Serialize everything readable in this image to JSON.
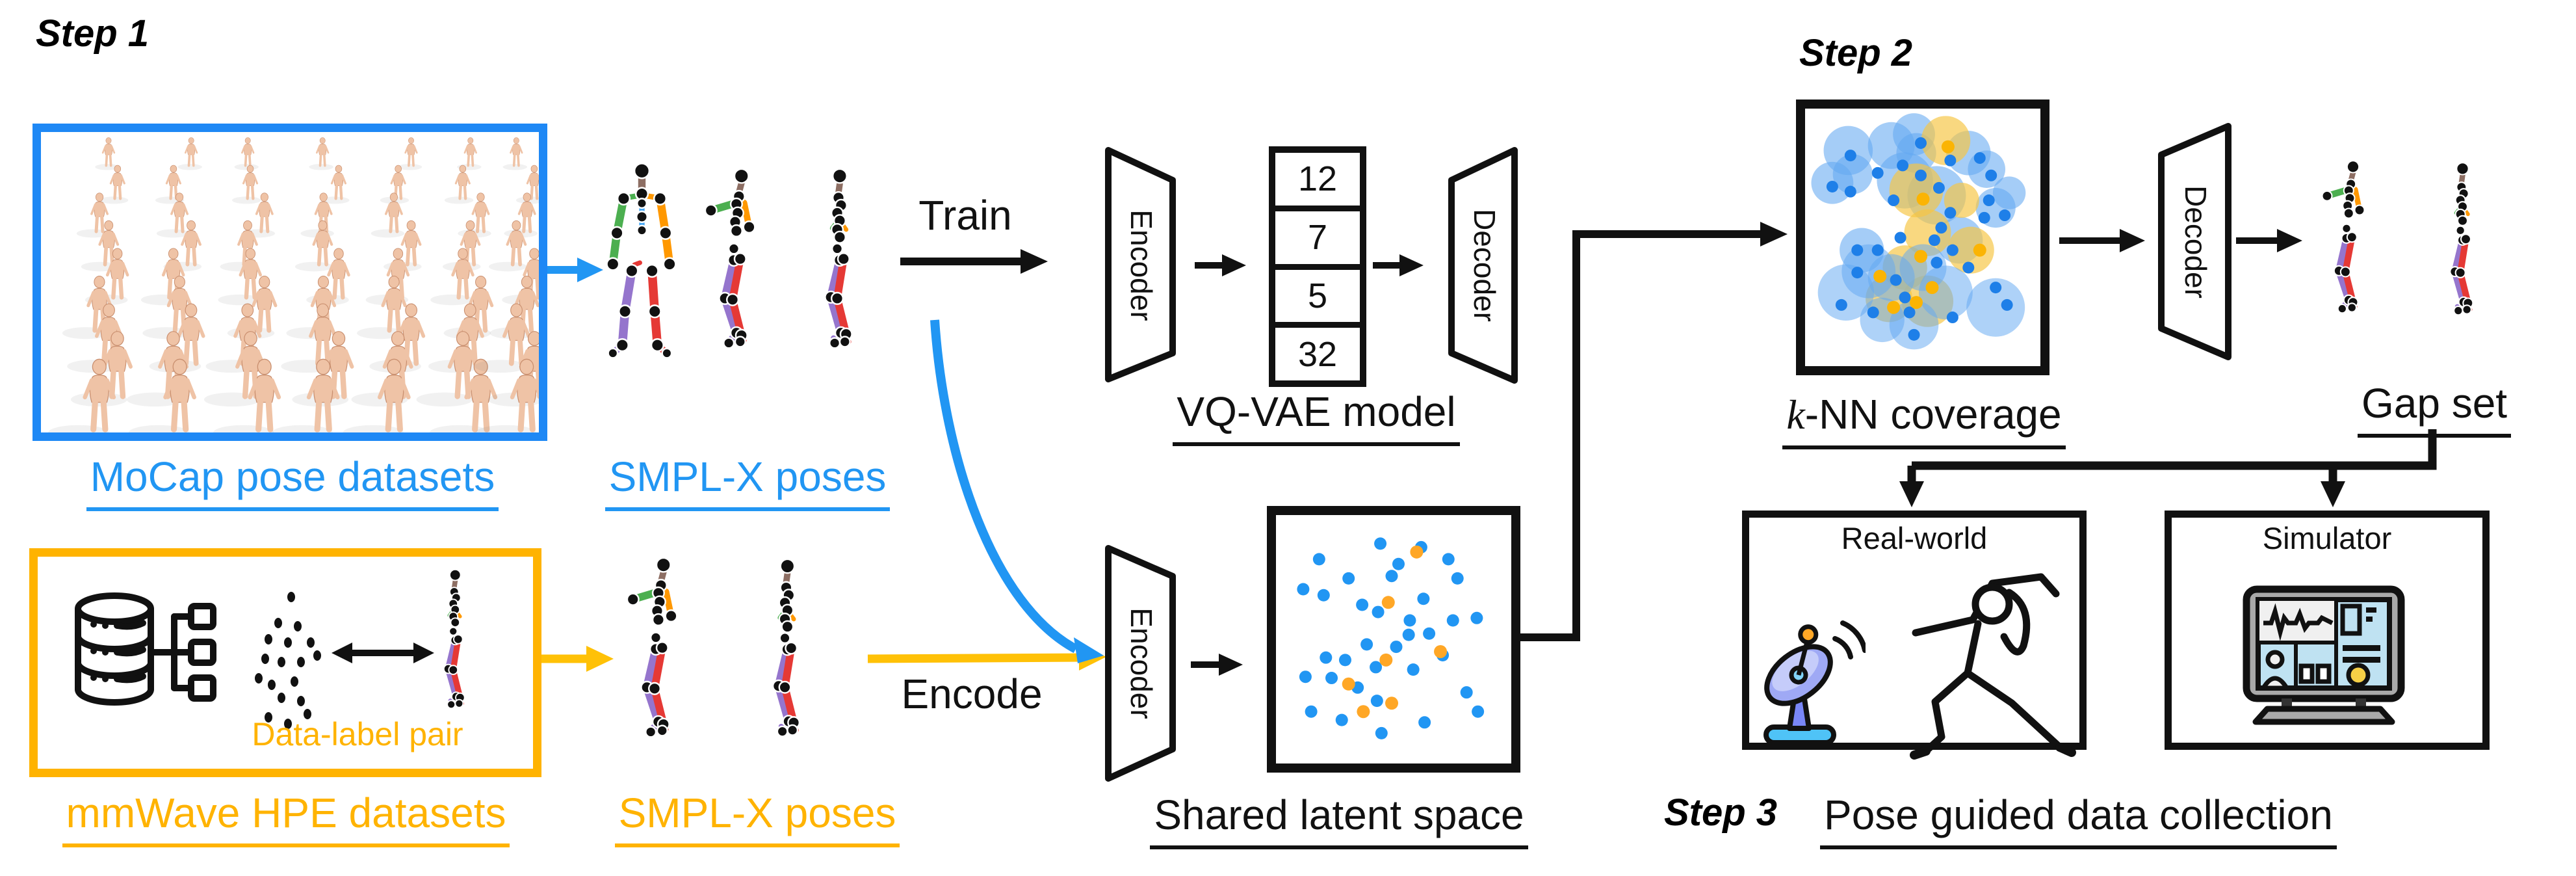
{
  "colors": {
    "blue": "#2196F3",
    "yellow": "#FFB300",
    "arrow_black": "#111111",
    "latent_dot_blue": "#2196F3",
    "latent_dot_orange": "#FFA726",
    "knn_circle_blue": "#64A9F1",
    "knn_circle_yellow": "#F6C544"
  },
  "step1": {
    "title": "Step 1",
    "mocap_label": "MoCap pose datasets",
    "smplx_label_top": "SMPL-X poses",
    "train_label": "Train",
    "encode_label": "Encode",
    "mmwave": {
      "data_label_pair": "Data-label pair",
      "dataset_label": "mmWave HPE datasets",
      "smplx_label_bottom": "SMPL-X poses"
    }
  },
  "vqvae": {
    "encoder_label": "Encoder",
    "decoder_label": "Decoder",
    "codebook_values": [
      "12",
      "7",
      "5",
      "32"
    ],
    "model_label": "VQ-VAE model"
  },
  "latent": {
    "encoder_label": "Encoder",
    "label": "Shared latent space"
  },
  "step2": {
    "title": "Step 2",
    "knn_label_k": "k",
    "knn_label_rest": "-NN coverage",
    "decoder_label": "Decoder",
    "gap_label": "Gap set"
  },
  "step3": {
    "title": "Step 3",
    "label": "Pose guided data collection",
    "realworld_title": "Real-world",
    "simulator_title": "Simulator"
  }
}
